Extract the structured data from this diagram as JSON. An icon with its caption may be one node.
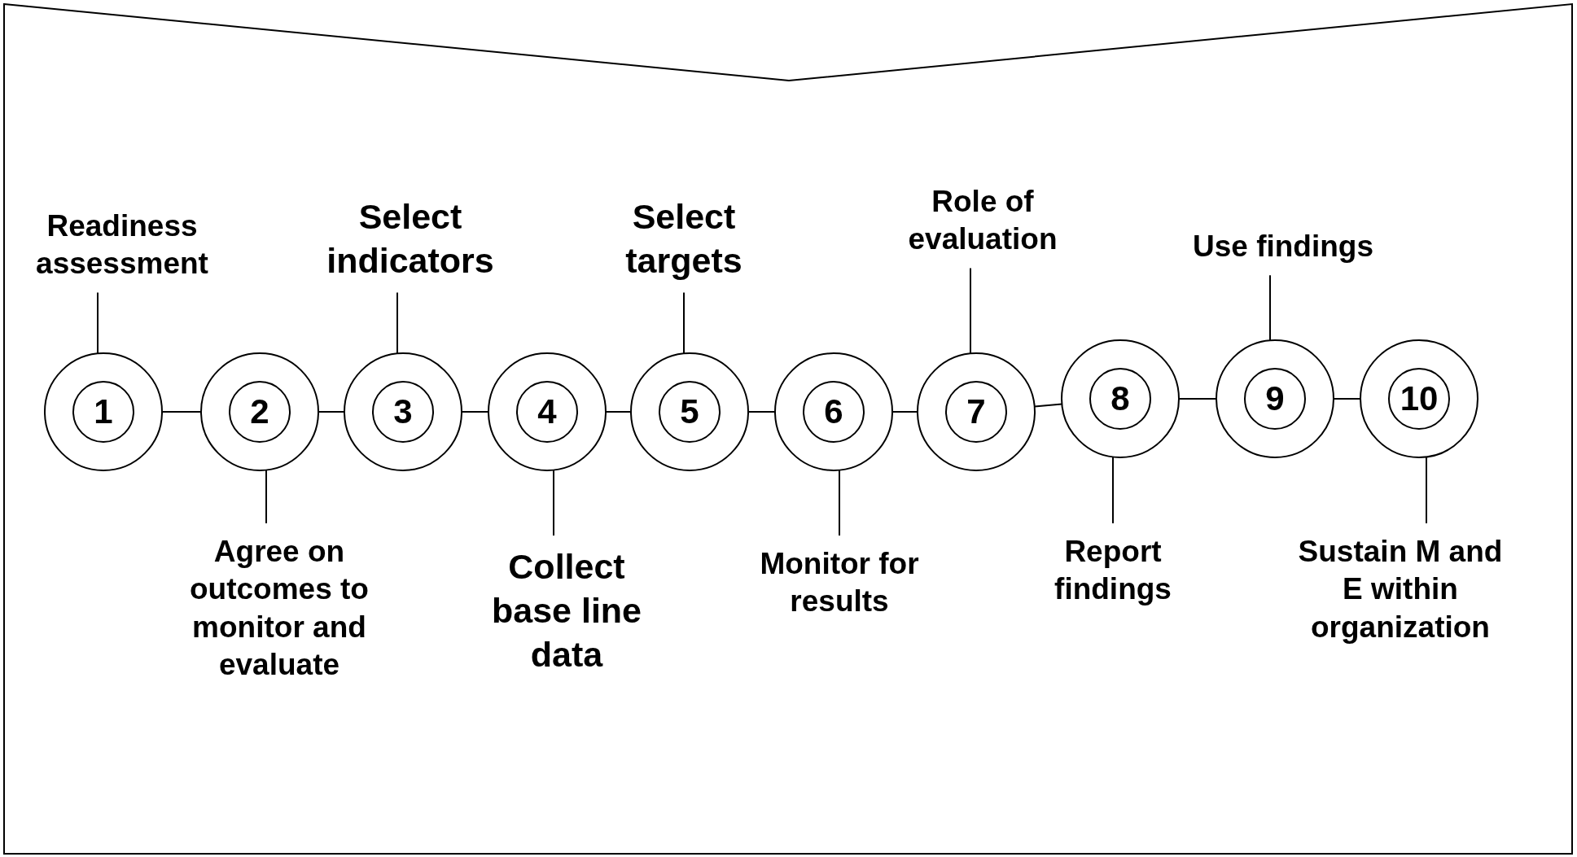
{
  "diagram": {
    "nodes": [
      {
        "text": [
          "1"
        ]
      },
      {
        "text": [
          "2"
        ]
      },
      {
        "text": [
          "3"
        ]
      },
      {
        "text": [
          "4"
        ]
      },
      {
        "text": [
          "5"
        ]
      },
      {
        "text": [
          "6"
        ]
      },
      {
        "text": [
          "7"
        ]
      },
      {
        "text": [
          "8"
        ]
      },
      {
        "text": [
          "9"
        ]
      },
      {
        "text": [
          "10"
        ]
      },
      {
        "text": [
          "Readiness assessment"
        ]
      },
      {
        "text": [
          "Agree on outcomes to monitor and evaluate"
        ]
      },
      {
        "text": [
          "Select indicators"
        ]
      },
      {
        "text": [
          "Collect base line data"
        ]
      },
      {
        "text": [
          "Select targets"
        ]
      },
      {
        "text": [
          "Monitor for results"
        ]
      },
      {
        "text": [
          "Role of evaluation"
        ]
      },
      {
        "text": [
          "Report findings"
        ]
      },
      {
        "text": [
          "Use findings"
        ]
      },
      {
        "text": [
          "Sustain M and E within organization"
        ]
      }
    ],
    "edges": [
      {
        "from": 0,
        "to": 1,
        "arrow": "none"
      },
      {
        "from": 1,
        "to": 2,
        "arrow": "none"
      },
      {
        "from": 2,
        "to": 3,
        "arrow": "none"
      },
      {
        "from": 3,
        "to": 4,
        "arrow": "none"
      },
      {
        "from": 4,
        "to": 5,
        "arrow": "none"
      },
      {
        "from": 5,
        "to": 6,
        "arrow": "none"
      },
      {
        "from": 6,
        "to": 7,
        "arrow": "none"
      },
      {
        "from": 7,
        "to": 8,
        "arrow": "none"
      },
      {
        "from": 8,
        "to": 9,
        "arrow": "none"
      },
      {
        "from": 10,
        "to": 0,
        "arrow": "none"
      },
      {
        "from": 11,
        "to": 1,
        "arrow": "none"
      },
      {
        "from": 12,
        "to": 2,
        "arrow": "none"
      },
      {
        "from": 13,
        "to": 3,
        "arrow": "none"
      },
      {
        "from": 14,
        "to": 4,
        "arrow": "none"
      },
      {
        "from": 15,
        "to": 5,
        "arrow": "none"
      },
      {
        "from": 16,
        "to": 6,
        "arrow": "none"
      },
      {
        "from": 17,
        "to": 7,
        "arrow": "none"
      },
      {
        "from": 18,
        "to": 8,
        "arrow": "none"
      },
      {
        "from": 19,
        "to": 9,
        "arrow": "none"
      }
    ]
  }
}
